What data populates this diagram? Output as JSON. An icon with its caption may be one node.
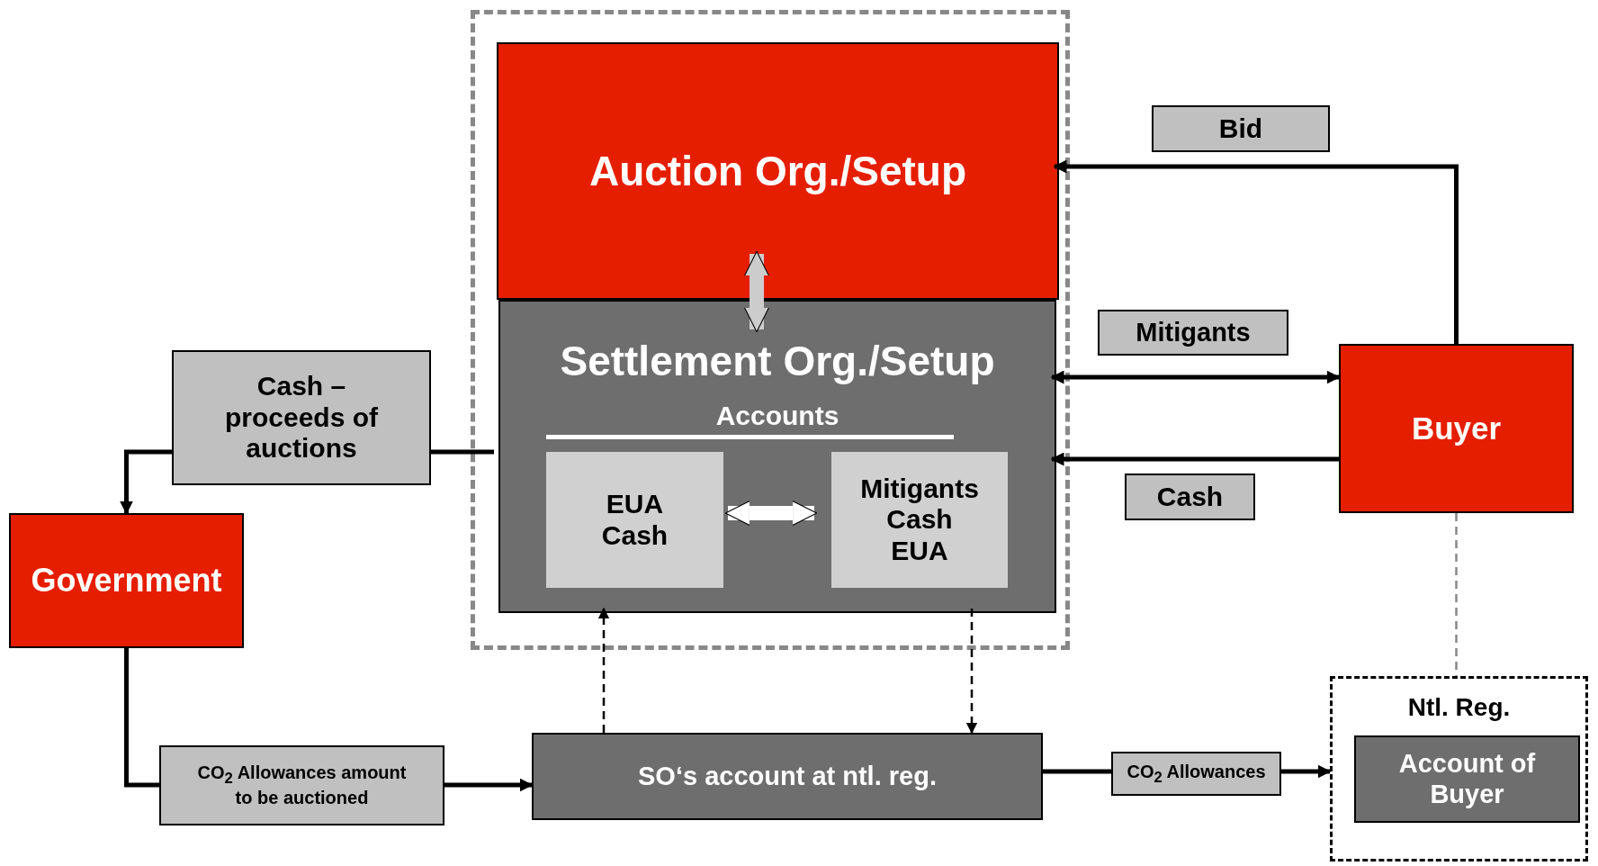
{
  "diagram": {
    "nodes": [
      {
        "text": [],
        "shape": "box"
      },
      {
        "text": [
          "Auction Org./Setup"
        ],
        "in": 0
      },
      {
        "text": [
          "Settlement Org./Setup",
          "Accounts"
        ],
        "in": 0
      },
      {
        "text": [
          "EUA Cash"
        ],
        "in": 2
      },
      {
        "text": [
          "Mitigants Cash EUA"
        ],
        "in": 2
      },
      {
        "text": [
          "Bid"
        ]
      },
      {
        "text": [
          "Mitigants"
        ]
      },
      {
        "text": [
          "Buyer"
        ]
      },
      {
        "text": [
          "Cash – proceeds of auctions"
        ]
      },
      {
        "text": [
          "Cash"
        ]
      },
      {
        "text": [
          "Government"
        ]
      },
      {
        "text": [
          "Ntl. Reg."
        ]
      },
      {
        "text": [
          "Account of Buyer"
        ],
        "in": 11
      },
      {
        "text": [
          "CO$_{2}$ Allowances amount to be auctioned"
        ]
      },
      {
        "text": [
          "SO‘s account at ntl. reg."
        ]
      },
      {
        "text": [
          "CO$_{2}$ Allowances"
        ]
      }
    ],
    "edges": [
      {
        "from": 7,
        "to": 1,
        "arrow": "to"
      },
      {
        "from": 2,
        "to": 7,
        "arrow": "both"
      },
      {
        "from": 7,
        "to": 2,
        "arrow": "to"
      },
      {
        "from": 2,
        "to": 8,
        "arrow": "none"
      },
      {
        "from": 8,
        "to": 10,
        "arrow": "to"
      },
      {
        "from": 10,
        "to": 13,
        "arrow": "none"
      },
      {
        "from": 13,
        "to": 14,
        "arrow": "to"
      },
      {
        "from": 14,
        "to": 15,
        "arrow": "none"
      },
      {
        "from": 15,
        "to": 11,
        "arrow": "to"
      },
      {
        "from": 7,
        "to": 11,
        "arrow": "none",
        "style": "dashed",
        "color": "#888888"
      },
      {
        "from": 1,
        "to": 2,
        "arrow": "both",
        "style": "thick",
        "color": "#cccccc"
      },
      {
        "from": 3,
        "to": 4,
        "arrow": "both",
        "style": "thick",
        "color": "#ffffff"
      },
      {
        "from": 14,
        "to": 2,
        "arrow": "to",
        "style": "dashed"
      },
      {
        "from": 2,
        "to": 14,
        "arrow": "to",
        "style": "dashed"
      }
    ]
  }
}
